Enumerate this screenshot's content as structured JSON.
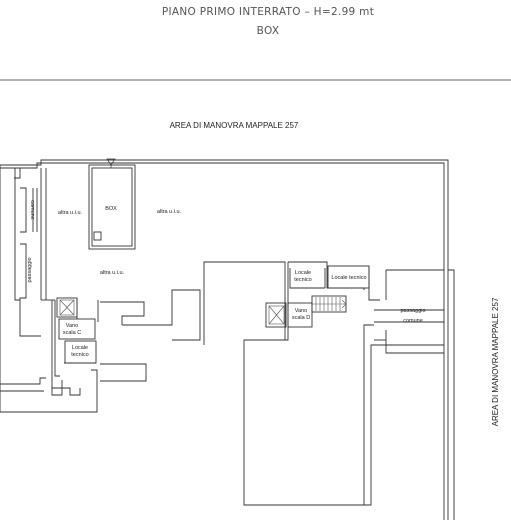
{
  "header": {
    "title_line1": "PIANO PRIMO INTERRATO – H=2.99 mt",
    "title_line2": "BOX"
  },
  "labels": {
    "area_top": "AREA DI MANOVRA MAPPALE 257",
    "area_right": "AREA DI MANOVRA MAPPALE 257",
    "comune_left": "comune",
    "passaggio_left": "passaggio",
    "altra_uiu_1": "altra u.i.u.",
    "box": "BOX",
    "altra_uiu_2": "altra u.i.u.",
    "altra_uiu_3": "altra u.i.u.",
    "vano_scala_c_1": "Vano",
    "vano_scala_c_2": "scala C",
    "locale_tecnico_c_1": "Locale",
    "locale_tecnico_c_2": "tecnico",
    "locale_tecnico_d_1": "Locale",
    "locale_tecnico_d_2": "tecnico",
    "locale_tecnico_e": "Locale tecnico",
    "vano_scala_d_1": "Vano",
    "vano_scala_d_2": "scala D",
    "passaggio_right": "passaggio",
    "comune_right": "comune"
  },
  "colors": {
    "wall": "#333333",
    "text": "#222222",
    "title": "#555555",
    "background": "#ffffff"
  },
  "icons": [
    "lift-cross-icon",
    "staircase-icon",
    "north-arrow-icon"
  ]
}
